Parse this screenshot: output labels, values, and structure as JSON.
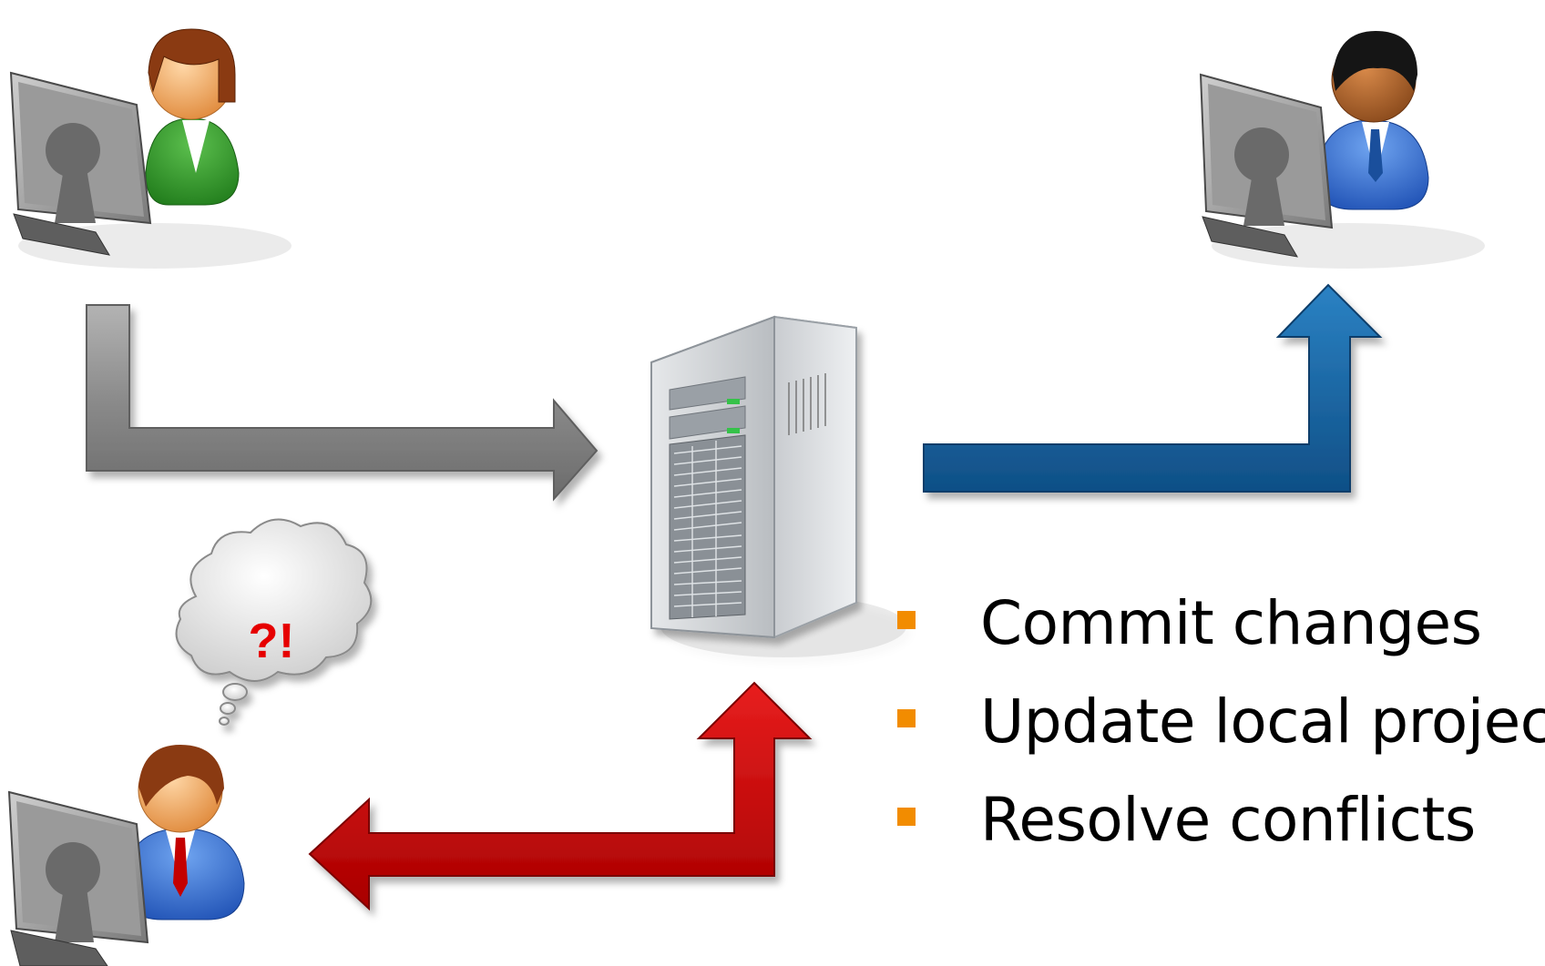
{
  "thought_bubble": {
    "text": "?!"
  },
  "steps": [
    {
      "label": "Commit changes"
    },
    {
      "label": "Update local project"
    },
    {
      "label": "Resolve conflicts"
    }
  ],
  "colors": {
    "commit_arrow": "#8c8c8c",
    "update_arrow": "#1f6aa5",
    "conflict_arrow": "#cc0000",
    "bullet": "#f28c00",
    "exclaim": "#e60000"
  },
  "icons": {
    "developer_top_left": "user-at-computer-icon",
    "developer_top_right": "user-at-computer-icon",
    "developer_bottom_left": "user-at-computer-icon",
    "server": "server-tower-icon"
  }
}
